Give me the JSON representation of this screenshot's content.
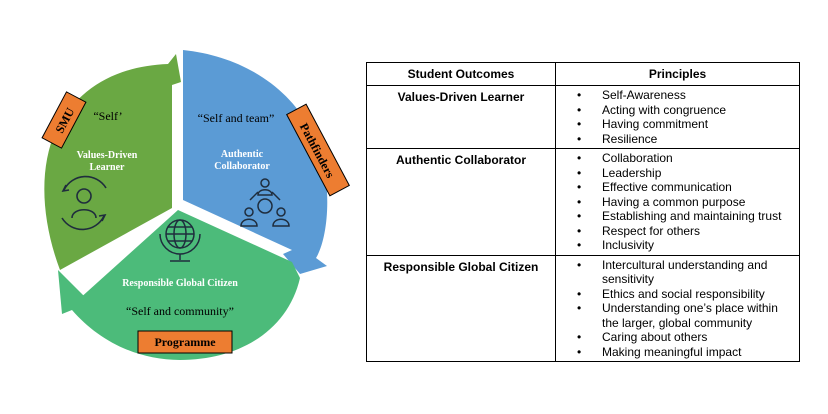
{
  "diagram": {
    "tags": {
      "smu": "SMU",
      "pathfinders": "Pathfinders",
      "programme": "Programme"
    },
    "segments": {
      "values": {
        "quote": "“Self’",
        "title_line1": "Values-Driven",
        "title_line2": "Learner",
        "color": "#6aa843",
        "icon": "person-icon"
      },
      "authentic": {
        "quote": "“Self and team”",
        "title_line1": "Authentic",
        "title_line2": "Collaborator",
        "color": "#5b9bd5",
        "icon": "team-icon"
      },
      "global": {
        "quote": "“Self and community”",
        "title": "Responsible Global Citizen",
        "color": "#4cbb7a",
        "icon": "globe-icon"
      }
    },
    "tag_color": "#ed7d31"
  },
  "table": {
    "headers": [
      "Student Outcomes",
      "Principles"
    ],
    "rows": [
      {
        "outcome": "Values-Driven Learner",
        "principles": [
          "Self-Awareness",
          "Acting with congruence",
          "Having commitment",
          "Resilience"
        ]
      },
      {
        "outcome": "Authentic Collaborator",
        "principles": [
          "Collaboration",
          "Leadership",
          "Effective communication",
          "Having a common purpose",
          "Establishing and maintaining trust",
          "Respect for others",
          "Inclusivity"
        ]
      },
      {
        "outcome": "Responsible Global Citizen",
        "principles": [
          "Intercultural understanding and sensitivity",
          "Ethics and social responsibility",
          "Understanding one’s place within the larger, global community",
          "Caring about others",
          "Making meaningful impact"
        ]
      }
    ]
  }
}
